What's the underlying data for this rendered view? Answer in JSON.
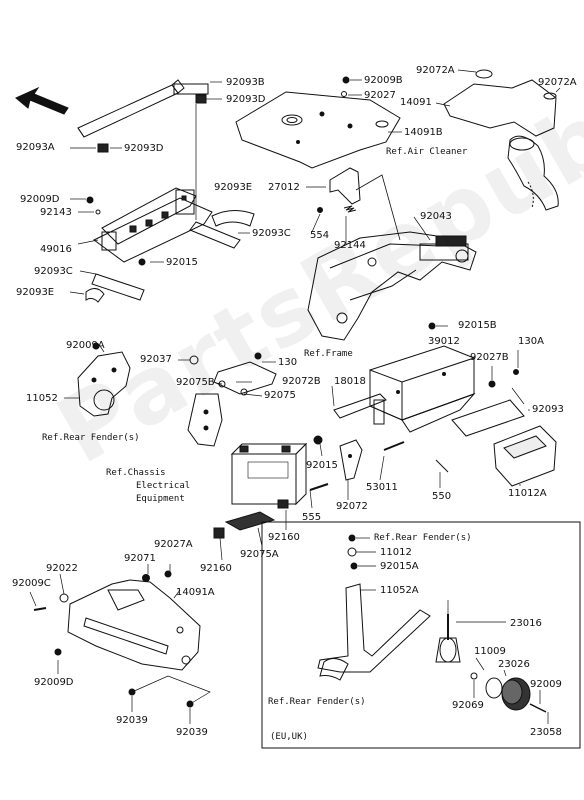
{
  "watermark": "PartsRepublik",
  "battery_brand": "",
  "labels": {
    "l92093B": "92093B",
    "l92093D_top": "92093D",
    "l92093A": "92093A",
    "l92093D": "92093D",
    "l92009D_top": "92009D",
    "l92143": "92143",
    "l92093E_mid": "92093E",
    "l92093C_mid": "92093C",
    "l49016": "49016",
    "l92015_top": "92015",
    "l92093C": "92093C",
    "l92093E": "92093E",
    "l92009B": "92009B",
    "l92027_top": "92027",
    "l14091B": "14091B",
    "l92072A_1": "92072A",
    "l92072A_2": "92072A",
    "l14091": "14091",
    "l27012": "27012",
    "l554": "554",
    "l92144": "92144",
    "l92043": "92043",
    "l92009A": "92009A",
    "l11052": "11052",
    "l92037": "92037",
    "l130": "130",
    "l92075B": "92075B",
    "l92072B": "92072B",
    "l92075": "92075",
    "l92015B": "92015B",
    "l39012": "39012",
    "l130A": "130A",
    "l92027B": "92027B",
    "l18018": "18018",
    "l92093": "92093",
    "l92015_mid": "92015",
    "l53011": "53011",
    "l550": "550",
    "l11012A": "11012A",
    "l92072": "92072",
    "l555": "555",
    "l92160_a": "92160",
    "l92160_b": "92160",
    "l92075A": "92075A",
    "l92027A": "92027A",
    "l92071": "92071",
    "l92022": "92022",
    "l92009C": "92009C",
    "l14091A": "14091A",
    "l92009D_bot": "92009D",
    "l92039_a": "92039",
    "l92039_b": "92039",
    "l11012": "11012",
    "l92015A": "92015A",
    "l11052A": "11052A",
    "l23016": "23016",
    "l11009": "11009",
    "l23026": "23026",
    "l92009": "92009",
    "l92069": "92069",
    "l23058": "23058"
  },
  "refs": {
    "air_cleaner": "Ref.Air Cleaner",
    "frame": "Ref.Frame",
    "rear_fender": "Ref.Rear Fender(s)",
    "chassis_1": "Ref.Chassis",
    "chassis_2": "Electrical",
    "chassis_3": "Equipment",
    "inset_rear_fender_top": "Ref.Rear Fender(s)",
    "inset_rear_fender_bot": "Ref.Rear Fender(s)",
    "inset_region": "(EU,UK)"
  }
}
